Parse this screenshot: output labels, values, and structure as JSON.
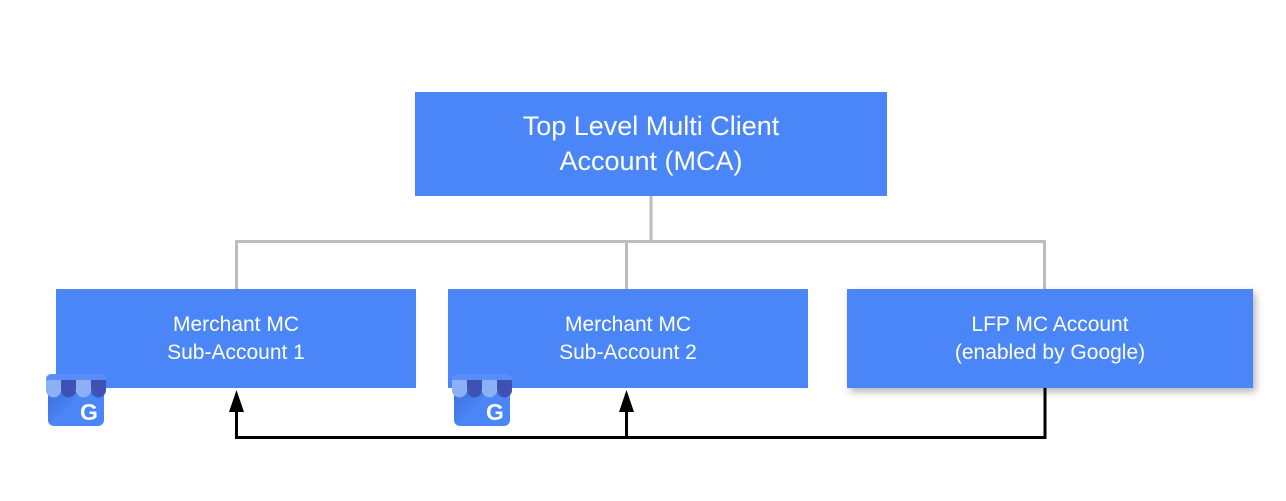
{
  "diagram": {
    "title_text": "",
    "colors": {
      "node_fill": "#4a86f7",
      "node_text": "#ffffff",
      "tree_connector": "#bdbdbd",
      "feedback_connector": "#000000",
      "canvas_background": "#ffffff",
      "gmb_awning_light": "#8ab0f5",
      "gmb_awning_dark": "#3f51b5",
      "gmb_body": "#4a86f7",
      "gmb_letter": "#ffffff"
    },
    "nodes": [
      {
        "id": "mca",
        "label": "Top Level Multi Client\nAccount (MCA)",
        "line1": "Top Level Multi Client",
        "line2": "Account (MCA)",
        "level": "top"
      },
      {
        "id": "sub1",
        "label": "Merchant MC\nSub-Account 1",
        "line1": "Merchant MC",
        "line2": "Sub-Account 1",
        "level": "child",
        "icon": "google-my-business-icon"
      },
      {
        "id": "sub2",
        "label": "Merchant MC\nSub-Account 2",
        "line1": "Merchant MC",
        "line2": "Sub-Account 2",
        "level": "child",
        "icon": "google-my-business-icon"
      },
      {
        "id": "lfp",
        "label": "LFP MC Account\n(enabled by Google)",
        "line1": "LFP MC Account",
        "line2": "(enabled by Google)",
        "level": "child"
      }
    ],
    "icon_letters": {
      "gmb_letter_1": "G",
      "gmb_letter_2": "G"
    },
    "connectors": {
      "tree_description": "MCA parent connects down to three child accounts",
      "feedback_description": "LFP MC Account feeds back with arrows into Merchant MC Sub-Account 1 and Sub-Account 2"
    }
  }
}
